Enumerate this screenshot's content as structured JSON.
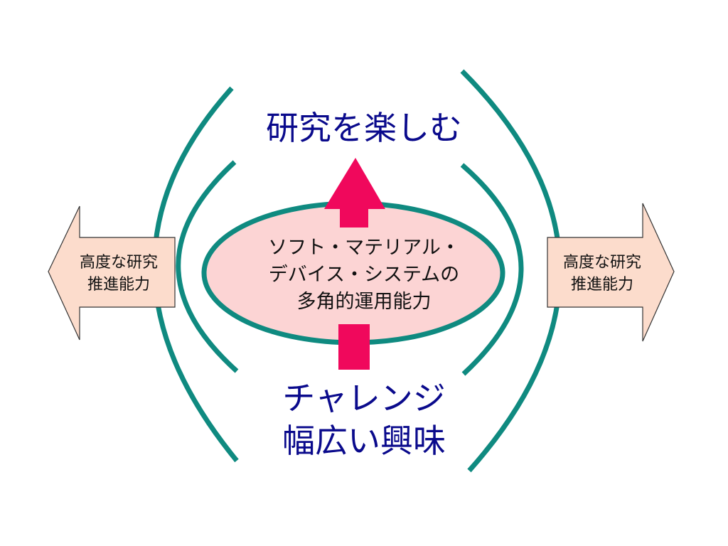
{
  "diagram": {
    "top_goal": "研究を楽しむ",
    "center_lines": [
      "ソフト・マテリアル・",
      "デバイス・システムの",
      "多角的運用能力"
    ],
    "bottom_lines": [
      "チャレンジ",
      "幅広い興味"
    ],
    "left_arrow_lines": [
      "高度な研究",
      "推進能力"
    ],
    "right_arrow_lines": [
      "高度な研究",
      "推進能力"
    ]
  },
  "colors": {
    "arc": "#0f8a80",
    "ellipse_fill": "#fcd4d4",
    "ellipse_stroke": "#0f8a80",
    "arrow": "#f0085c",
    "side_arrow_fill": "#fcdccc",
    "heading_text": "#0a0a8c"
  }
}
